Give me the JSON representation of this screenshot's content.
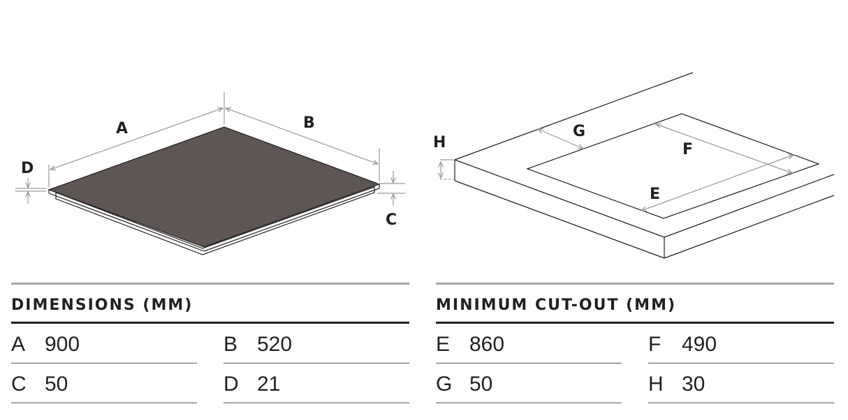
{
  "diagram": {
    "hob_labels": {
      "a": "A",
      "b": "B",
      "c": "C",
      "d": "D"
    },
    "cutout_labels": {
      "e": "E",
      "f": "F",
      "g": "G",
      "h": "H"
    },
    "colors": {
      "hob_top": "#5d5655",
      "line": "#231f20",
      "dimension": "#9a9a9a"
    }
  },
  "dimensions": {
    "title": "DIMENSIONS (MM)",
    "rows": [
      [
        {
          "key": "A",
          "value": "900"
        },
        {
          "key": "B",
          "value": "520"
        }
      ],
      [
        {
          "key": "C",
          "value": "50"
        },
        {
          "key": "D",
          "value": "21"
        }
      ]
    ]
  },
  "cutout": {
    "title": "MINIMUM CUT-OUT (MM)",
    "rows": [
      [
        {
          "key": "E",
          "value": "860"
        },
        {
          "key": "F",
          "value": "490"
        }
      ],
      [
        {
          "key": "G",
          "value": "50"
        },
        {
          "key": "H",
          "value": "30"
        }
      ]
    ]
  }
}
